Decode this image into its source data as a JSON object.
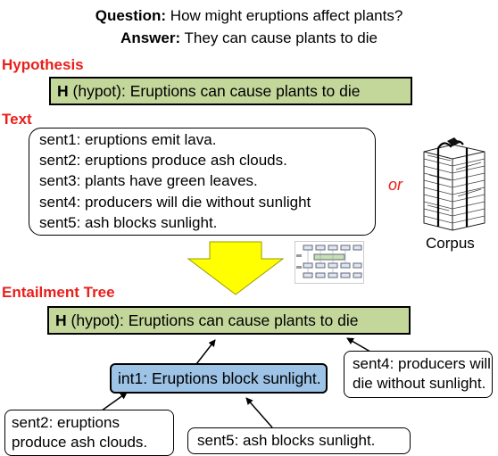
{
  "question": {
    "label": "Question:",
    "text": " How might eruptions affect plants?"
  },
  "answer": {
    "label": "Answer:",
    "text": " They can cause plants to die"
  },
  "sections": {
    "hypothesis": "Hypothesis",
    "text": "Text",
    "tree": "Entailment Tree"
  },
  "hypothesis": {
    "tag": "H",
    "text": " (hypot): Eruptions can cause plants to die"
  },
  "sentences": [
    "sent1: eruptions emit lava.",
    "sent2: eruptions produce ash clouds.",
    "sent3: plants have green leaves.",
    "sent4: producers will die without sunlight",
    "sent5: ash blocks sunlight."
  ],
  "or_label": "or",
  "corpus_label": "Corpus",
  "tree": {
    "root": {
      "tag": "H",
      "text": " (hypot): Eruptions can cause plants to die"
    },
    "int1": "int1: Eruptions block sunlight.",
    "sent4": {
      "line1": "sent4: producers will",
      "line2": "die without sunlight."
    },
    "sent2": {
      "line1": "sent2: eruptions",
      "line2": "produce ash clouds."
    },
    "sent5": "sent5: ash blocks sunlight."
  },
  "colors": {
    "section": "#e8201c",
    "hypothesis_fill": "#c4d79b",
    "intermediate_fill": "#9dc3e6",
    "arrow_fill": "#ffff00"
  }
}
